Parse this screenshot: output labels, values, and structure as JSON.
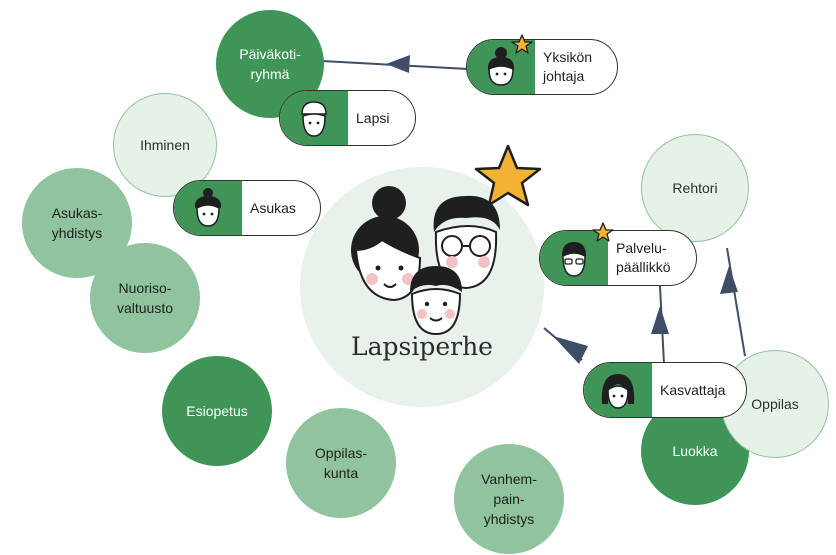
{
  "center": {
    "label": "Lapsiperhe"
  },
  "circles": {
    "paivakotiryhma": "Päiväkoti-\nryhmä",
    "ihminen": "Ihminen",
    "asukasyhdistys": "Asukas-\nyhdistys",
    "nuorisovaltuusto": "Nuoriso-\nvaltuusto",
    "esiopetus": "Esiopetus",
    "oppilaskunta": "Oppilas-\nkunta",
    "vanhempainyhdistys": "Vanhem-\npain-\nyhdistys",
    "rehtori": "Rehtori",
    "oppilas": "Oppilas",
    "luokka": "Luokka"
  },
  "pills": {
    "yksikon_johtaja": "Yksikön\njohtaja",
    "lapsi": "Lapsi",
    "asukas": "Asukas",
    "palvelupaallikko": "Palvelu-\npäällikkö",
    "kasvattaja": "Kasvattaja"
  },
  "colors": {
    "dark_green": "#3f9557",
    "mid_green": "#8fc49f",
    "light_green": "#e6f2e8",
    "arrow": "#3d4e66",
    "star": "#f2b233"
  }
}
